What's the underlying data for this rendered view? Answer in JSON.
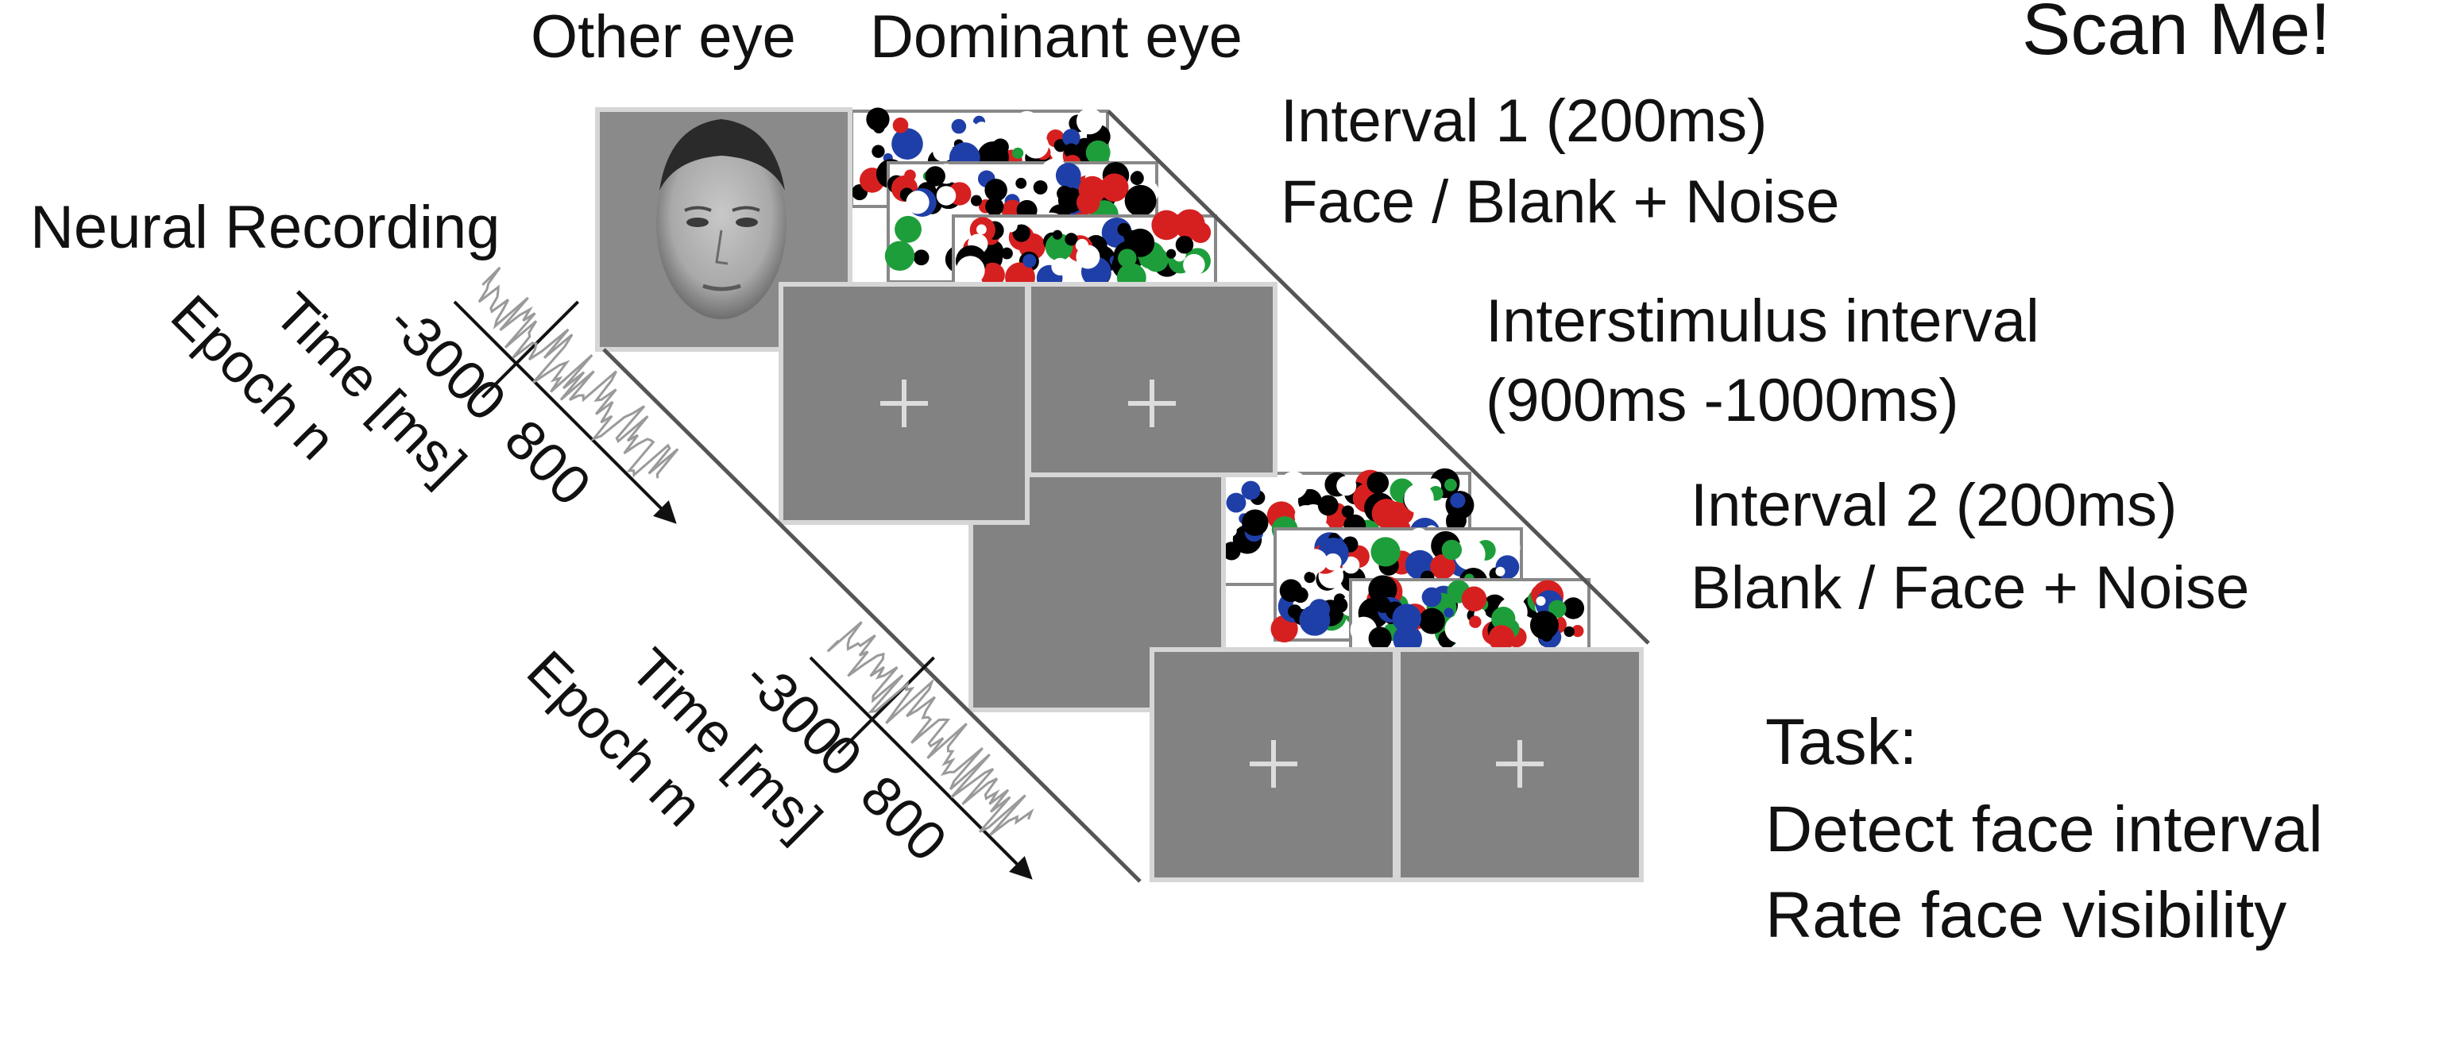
{
  "header": {
    "other_eye": "Other eye",
    "dominant_eye": "Dominant eye",
    "scan_me": "Scan Me!"
  },
  "recording": {
    "title": "Neural Recording",
    "epoch1": {
      "tick_start": "-300",
      "tick_zero": "0",
      "tick_end": "800",
      "axis_label": "Time [ms]",
      "epoch_label": "Epoch n"
    },
    "epoch2": {
      "tick_start": "-300",
      "tick_zero": "0",
      "tick_end": "800",
      "axis_label": "Time [ms]",
      "epoch_label": "Epoch m"
    }
  },
  "intervals": {
    "interval1_title": "Interval 1 (200ms)",
    "interval1_desc": "Face / Blank + Noise",
    "isi_title": "Interstimulus interval",
    "isi_desc": "(900ms -1000ms)",
    "interval2_title": "Interval 2 (200ms)",
    "interval2_desc": "Blank / Face + Noise"
  },
  "task": {
    "title": "Task:",
    "line1": "Detect face interval",
    "line2": "Rate face visibility"
  },
  "colors": {
    "screen_gray": "#828282",
    "screen_border": "#d6d6d6",
    "fixation": "#dcdcdc",
    "noise_palette": [
      "#000000",
      "#ffffff",
      "#d62020",
      "#1e9e3a",
      "#1f3fa8"
    ]
  },
  "icons": {
    "fixation": "plus-cross-icon"
  }
}
